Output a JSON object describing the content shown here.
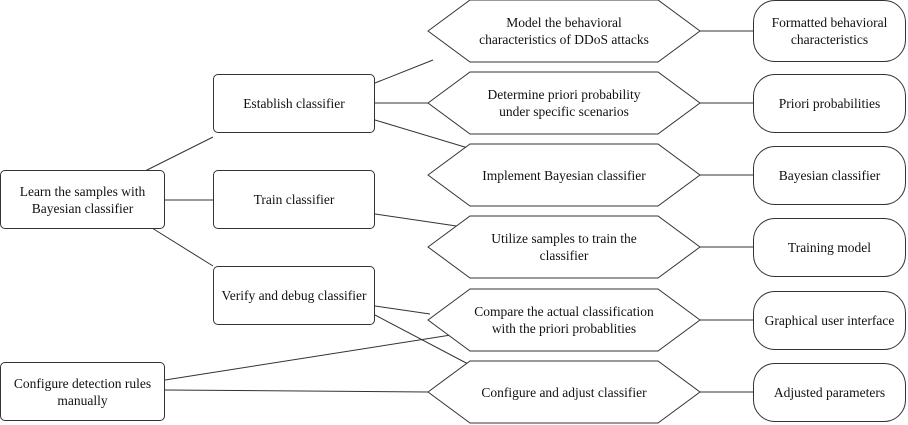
{
  "root": {
    "learn": "Learn the samples with Bayesian classifier",
    "configure_rules": "Configure detection rules manually"
  },
  "steps": {
    "establish": "Establish classifier",
    "train": "Train classifier",
    "verify": "Verify and debug classifier"
  },
  "actions": {
    "model": "Model the behavioral characteristics of DDoS attacks",
    "priori": "Determine priori probability under specific scenarios",
    "implement": "Implement Bayesian classifier",
    "utilize": "Utilize samples to train the classifier",
    "compare": "Compare the actual classification with the priori probablities",
    "adjust": "Configure and adjust classifier"
  },
  "outputs": {
    "formatted": "Formatted behavioral characteristics",
    "priori": "Priori probabilities",
    "bayesian": "Bayesian classifier",
    "training": "Training model",
    "gui": "Graphical user interface",
    "adjusted": "Adjusted parameters"
  }
}
